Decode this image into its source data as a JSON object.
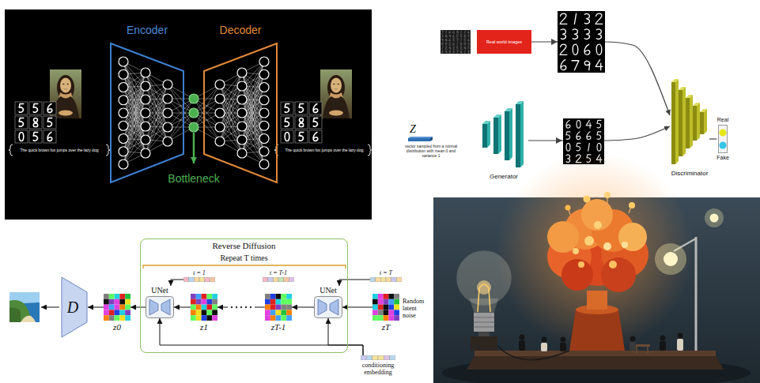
{
  "diagram": {
    "nodes": [
      {
        "text": [
          "Encoder"
        ]
      },
      {
        "text": [
          "Decoder"
        ]
      },
      {
        "text": [
          "Real world images"
        ]
      },
      {
        "text": [
          "Z",
          "vector sampled from a normal distribution with mean 0 and variance 1"
        ]
      },
      {
        "text": [
          "Generator"
        ]
      },
      {
        "text": [
          "Discriminator"
        ]
      },
      {
        "text": [
          "Real",
          "Fake"
        ]
      },
      {
        "text": [
          "Reverse Diffusion",
          "Repeat T times"
        ]
      },
      {
        "text": [
          "UNet"
        ],
        "in": 7
      },
      {
        "text": [
          "t = 1"
        ],
        "in": 7
      },
      {
        "text": [
          "z1"
        ],
        "in": 7
      },
      {
        "text": [
          "t = T-1"
        ],
        "in": 7
      },
      {
        "text": [
          "zT-1"
        ],
        "in": 7
      },
      {
        "text": [
          "UNet"
        ],
        "in": 7
      },
      {
        "text": [
          "t = T"
        ]
      },
      {
        "text": [
          "zT"
        ]
      },
      {
        "text": [
          "z0"
        ]
      },
      {
        "text": [
          "D"
        ]
      },
      {
        "text": [
          "conditioning embedding"
        ]
      }
    ],
    "edges": [
      {
        "from": 2,
        "to": 5,
        "arrow": "to"
      },
      {
        "from": 4,
        "to": 5,
        "arrow": "to"
      },
      {
        "from": 5,
        "to": 6,
        "arrow": "none"
      },
      {
        "from": 15,
        "to": 13,
        "arrow": "to"
      },
      {
        "from": 13,
        "to": 12,
        "arrow": "to"
      },
      {
        "from": 12,
        "to": 10,
        "arrow": "to"
      },
      {
        "from": 10,
        "to": 8,
        "arrow": "to"
      },
      {
        "from": 8,
        "to": 16,
        "arrow": "to"
      },
      {
        "from": 16,
        "to": 17,
        "arrow": "to"
      },
      {
        "from": 9,
        "to": 8,
        "arrow": "to"
      },
      {
        "from": 14,
        "to": 13,
        "arrow": "to"
      },
      {
        "from": 18,
        "to": 8,
        "arrow": "to"
      },
      {
        "from": 18,
        "to": 13,
        "arrow": "to"
      }
    ],
    "labels": [
      "Bottleneck",
      "The quick brown fox jumps over the lazy dog",
      "The quick brown fox jumps over the lazy dog",
      "Random latent noise"
    ]
  }
}
